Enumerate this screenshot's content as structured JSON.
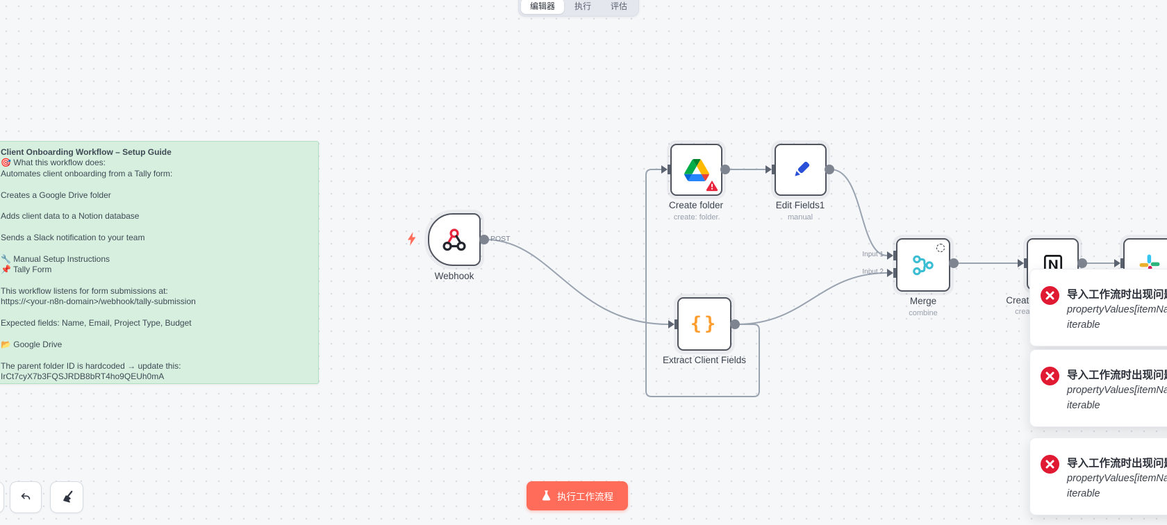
{
  "tabs": {
    "editor": "编辑器",
    "executions": "执行",
    "evaluations": "评估"
  },
  "sticky": {
    "lines": [
      "Client Onboarding Workflow – Setup Guide",
      "🎯 What this workflow does:",
      "Automates client onboarding from a Tally form:",
      "",
      "Creates a Google Drive folder",
      "",
      "Adds client data to a Notion database",
      "",
      "Sends a Slack notification to your team",
      "",
      "🔧 Manual Setup Instructions",
      "📌 Tally Form",
      "",
      "This workflow listens for form submissions at:",
      "https://<your-n8n-domain>/webhook/tally-submission",
      "",
      "Expected fields: Name, Email, Project Type, Budget",
      "",
      "📂 Google Drive",
      "",
      "The parent folder ID is hardcoded → update this:",
      "IrCt7cyX7b3FQSJRDB8bRT4ho9QEUh0mA"
    ]
  },
  "nodes": {
    "webhook": {
      "label": "Webhook",
      "output_label": "POST"
    },
    "create_folder": {
      "label": "Create folder",
      "subtitle": "create: folder"
    },
    "edit_fields": {
      "label": "Edit Fields1",
      "subtitle": "manual"
    },
    "extract": {
      "label": "Extract Client Fields"
    },
    "merge": {
      "label": "Merge",
      "subtitle": "combine",
      "input1": "Input 1",
      "input2": "Input 2"
    },
    "notion": {
      "label": "Create database page",
      "subtitle": "create: databasePage"
    },
    "slack": {
      "label": ""
    }
  },
  "toasts": [
    {
      "title": "导入工作流时出现问题",
      "line1": "propertyValues[itemName] is not",
      "line2": "iterable"
    },
    {
      "title": "导入工作流时出现问题",
      "line1": "propertyValues[itemName] is not",
      "line2": "iterable"
    },
    {
      "title": "导入工作流时出现问题",
      "line1": "propertyValues[itemName] is not",
      "line2": "iterable"
    }
  ],
  "controls": {
    "execute_label": "执行工作流程"
  },
  "colors": {
    "accent": "#ff6d5a",
    "sticky_bg": "#d6efdf",
    "error": "#e01a32",
    "wire": "#9aa3b0"
  }
}
